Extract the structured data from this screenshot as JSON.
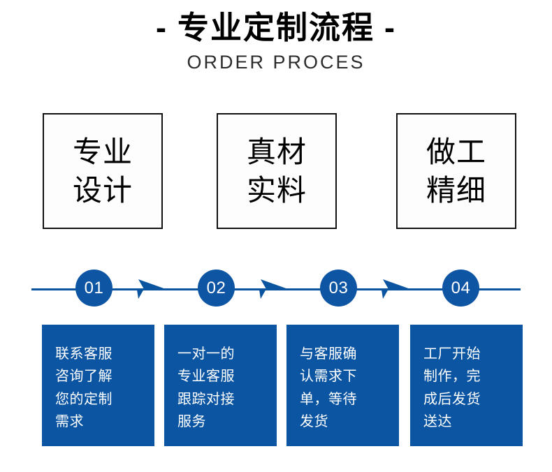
{
  "header": {
    "dash_left": "-",
    "dash_right": "-",
    "title": "专业定制流程",
    "subtitle": "ORDER PROCES"
  },
  "colors": {
    "brand_blue": "#0b55a2",
    "circle_blue": "#0e55a4",
    "line_blue": "#0b54a0",
    "box_border": "#111111",
    "box_fill": "#fdfdfd",
    "text_white": "#ffffff",
    "text_black": "#000000"
  },
  "features": [
    {
      "line1": "专业",
      "line2": "设计"
    },
    {
      "line1": "真材",
      "line2": "实料"
    },
    {
      "line1": "做工",
      "line2": "精细"
    }
  ],
  "timeline": {
    "markers": [
      "01",
      "02",
      "03",
      "04"
    ],
    "arrows": [
      "arrow-right-icon",
      "arrow-right-icon",
      "arrow-right-icon"
    ]
  },
  "steps": [
    {
      "lines": [
        "联系客服",
        "咨询了解",
        "您的定制",
        "需求"
      ]
    },
    {
      "lines": [
        "一对一的",
        "专业客服",
        "跟踪对接",
        "服务"
      ]
    },
    {
      "lines": [
        "与客服确",
        "认需求下",
        "单，等待",
        "发货"
      ]
    },
    {
      "lines": [
        "工厂开始",
        "制作，完",
        "成后发货",
        "送达"
      ]
    }
  ]
}
